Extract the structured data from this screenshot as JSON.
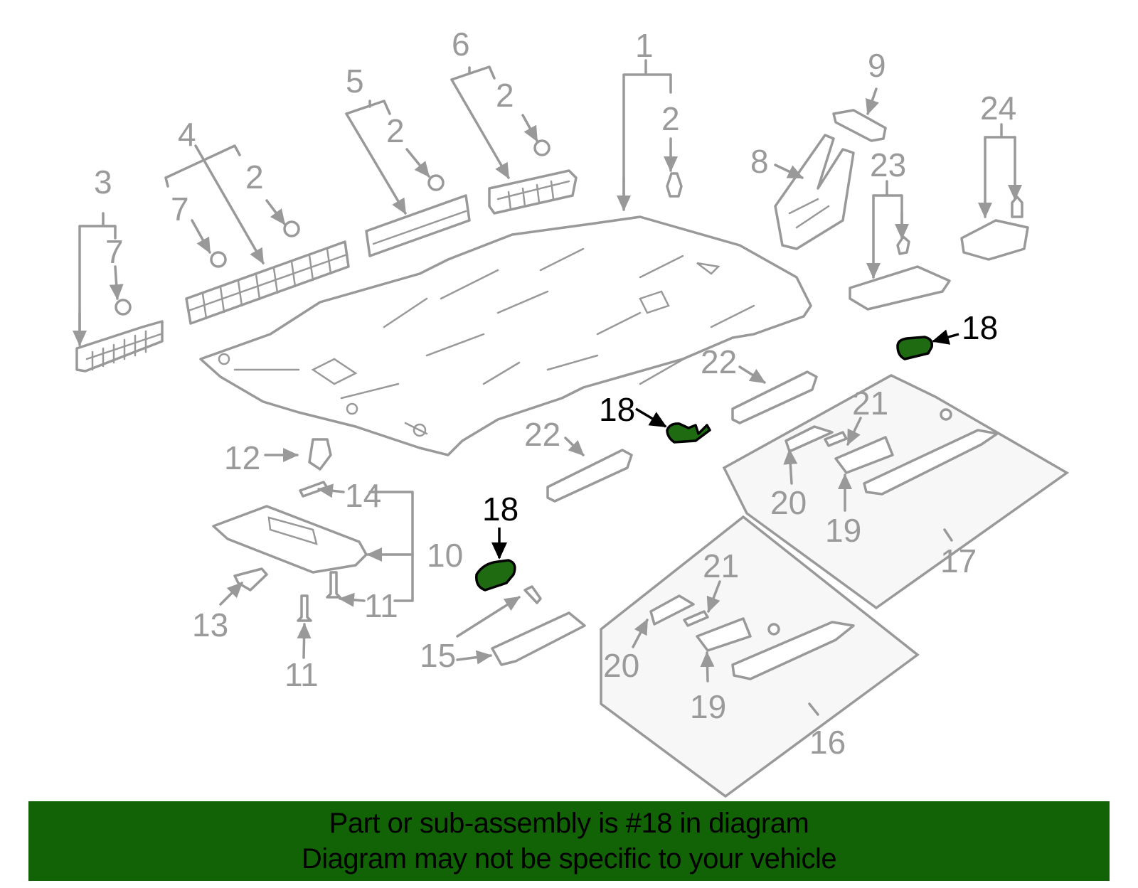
{
  "diagram": {
    "title": "Headliner / roof interior parts diagram",
    "highlighted_part": "18",
    "highlight_color": "#1e6b12",
    "line_color": "#999999",
    "callouts": [
      {
        "id": "c1",
        "label": "1"
      },
      {
        "id": "c2a",
        "label": "2"
      },
      {
        "id": "c2b",
        "label": "2"
      },
      {
        "id": "c2c",
        "label": "2"
      },
      {
        "id": "c2d",
        "label": "2"
      },
      {
        "id": "c3",
        "label": "3"
      },
      {
        "id": "c4",
        "label": "4"
      },
      {
        "id": "c5",
        "label": "5"
      },
      {
        "id": "c6",
        "label": "6"
      },
      {
        "id": "c7a",
        "label": "7"
      },
      {
        "id": "c7b",
        "label": "7"
      },
      {
        "id": "c8",
        "label": "8"
      },
      {
        "id": "c9",
        "label": "9"
      },
      {
        "id": "c10",
        "label": "10"
      },
      {
        "id": "c11a",
        "label": "11"
      },
      {
        "id": "c11b",
        "label": "11"
      },
      {
        "id": "c12",
        "label": "12"
      },
      {
        "id": "c13",
        "label": "13"
      },
      {
        "id": "c14",
        "label": "14"
      },
      {
        "id": "c15",
        "label": "15"
      },
      {
        "id": "c16",
        "label": "16"
      },
      {
        "id": "c17",
        "label": "17"
      },
      {
        "id": "c18a",
        "label": "18"
      },
      {
        "id": "c18b",
        "label": "18"
      },
      {
        "id": "c18c",
        "label": "18"
      },
      {
        "id": "c19a",
        "label": "19"
      },
      {
        "id": "c19b",
        "label": "19"
      },
      {
        "id": "c20a",
        "label": "20"
      },
      {
        "id": "c20b",
        "label": "20"
      },
      {
        "id": "c21a",
        "label": "21"
      },
      {
        "id": "c21b",
        "label": "21"
      },
      {
        "id": "c22a",
        "label": "22"
      },
      {
        "id": "c22b",
        "label": "22"
      },
      {
        "id": "c23",
        "label": "23"
      },
      {
        "id": "c24",
        "label": "24"
      }
    ]
  },
  "banner": {
    "line1": "Part or sub-assembly is #18 in diagram",
    "line2": "Diagram may not be specific to your vehicle",
    "background": "#116306"
  }
}
